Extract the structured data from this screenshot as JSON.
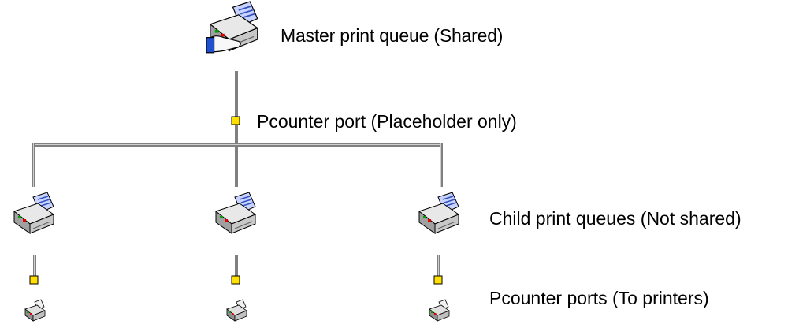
{
  "labels": {
    "master_queue": "Master print queue (Shared)",
    "placeholder_port": "Pcounter port (Placeholder only)",
    "child_queues": "Child print queues (Not shared)",
    "printer_ports": "Pcounter ports (To printers)"
  },
  "icons": {
    "master": "shared-printer-icon",
    "child": "printer-icon",
    "endpoint": "small-printer-icon",
    "port": "port-square-icon"
  },
  "colors": {
    "line": "#808080",
    "line_highlight": "#c0c0c0",
    "port_fill": "#ffe000",
    "port_border": "#000000",
    "paper": "#b8c8f8",
    "hand": "#2050d0"
  }
}
